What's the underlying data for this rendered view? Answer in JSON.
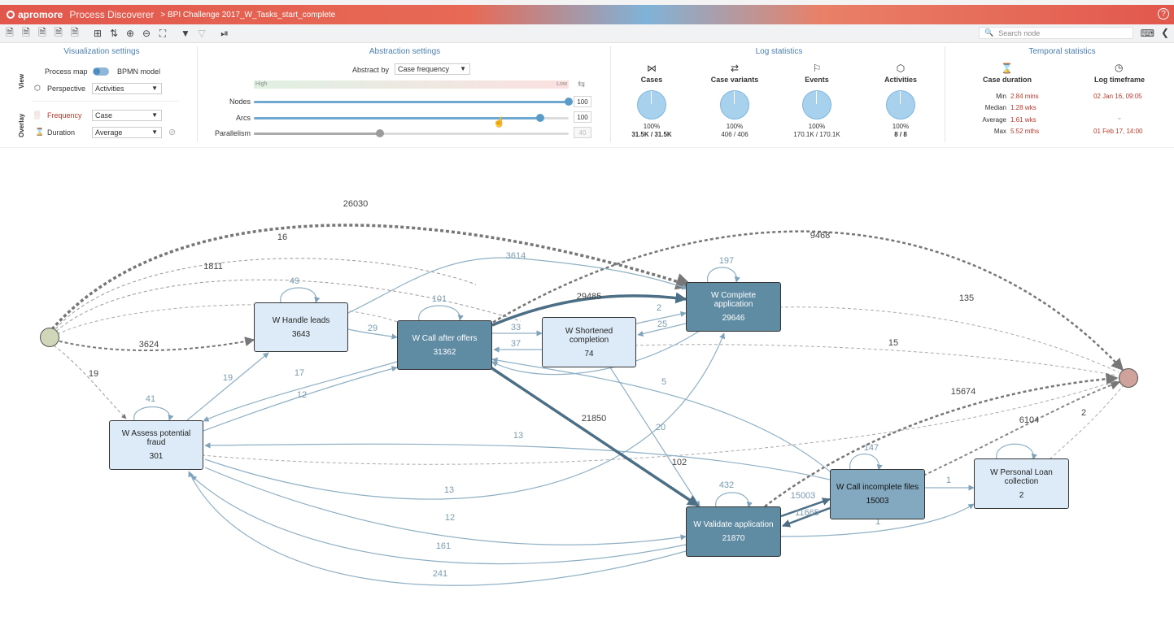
{
  "app": {
    "logo": "apromore",
    "product": "Process Discoverer",
    "breadcrumb": "> BPI Challenge 2017_W_Tasks_start_complete",
    "help": "?"
  },
  "toolbar": {
    "search_placeholder": "Search node"
  },
  "visualization": {
    "title": "Visualization settings",
    "view_label": "View",
    "overlay_label": "Overlay",
    "process_map": "Process map",
    "bpmn_model": "BPMN model",
    "perspective_label": "Perspective",
    "perspective_value": "Activities",
    "frequency_label": "Frequency",
    "frequency_value": "Case",
    "duration_label": "Duration",
    "duration_value": "Average"
  },
  "abstraction": {
    "title": "Abstraction settings",
    "abstract_by_label": "Abstract by",
    "abstract_by_value": "Case frequency",
    "high": "High",
    "low": "Low",
    "nodes_label": "Nodes",
    "nodes_value": "100",
    "nodes_level": 1.0,
    "arcs_label": "Arcs",
    "arcs_value": "100",
    "arcs_level": 0.91,
    "parallelism_label": "Parallelism",
    "parallelism_value": "40",
    "parallelism_level": 0.4
  },
  "log_stats": {
    "title": "Log statistics",
    "items": [
      {
        "name": "Cases",
        "pct": "100%",
        "count": "31.5K / 31.5K",
        "fraction": 1.0
      },
      {
        "name": "Case variants",
        "pct": "100%",
        "count": "406 / 406",
        "fraction": 1.0
      },
      {
        "name": "Events",
        "pct": "100%",
        "count": "170.1K / 170.1K",
        "fraction": 1.0
      },
      {
        "name": "Activities",
        "pct": "100%",
        "count": "8 / 8",
        "fraction": 1.0
      }
    ]
  },
  "temporal": {
    "title": "Temporal statistics",
    "case_duration": "Case duration",
    "log_timeframe": "Log timeframe",
    "min_label": "Min",
    "min_value": "2.84 mins",
    "median_label": "Median",
    "median_value": "1.28 wks",
    "average_label": "Average",
    "average_value": "1.61 wks",
    "max_label": "Max",
    "max_value": "5.52 mths",
    "start": "02 Jan 16, 09:05",
    "end": "01 Feb 17, 14:00"
  },
  "graph": {
    "nodes": [
      {
        "id": "handle",
        "name": "W Handle leads",
        "count": "3643"
      },
      {
        "id": "call",
        "name": "W Call after offers",
        "count": "31362"
      },
      {
        "id": "short",
        "name": "W Shortened completion",
        "count": "74"
      },
      {
        "id": "complete",
        "name": "W Complete application",
        "count": "29646"
      },
      {
        "id": "assess",
        "name": "W Assess potential fraud",
        "count": "301"
      },
      {
        "id": "validate",
        "name": "W Validate application",
        "count": "21870"
      },
      {
        "id": "incomplete",
        "name": "W Call incomplete files",
        "count": "15003"
      },
      {
        "id": "personal",
        "name": "W Personal Loan collection",
        "count": "2"
      }
    ],
    "edge_labels": [
      "26030",
      "16",
      "1811",
      "9468",
      "3614",
      "197",
      "49",
      "101",
      "29485",
      "2",
      "25",
      "135",
      "3624",
      "29",
      "33",
      "37",
      "15",
      "19",
      "19",
      "17",
      "12",
      "41",
      "5",
      "15674",
      "21850",
      "6104",
      "2",
      "20",
      "13",
      "102",
      "147",
      "432",
      "1",
      "13",
      "15003",
      "11665",
      "1",
      "12",
      "161",
      "241"
    ]
  }
}
